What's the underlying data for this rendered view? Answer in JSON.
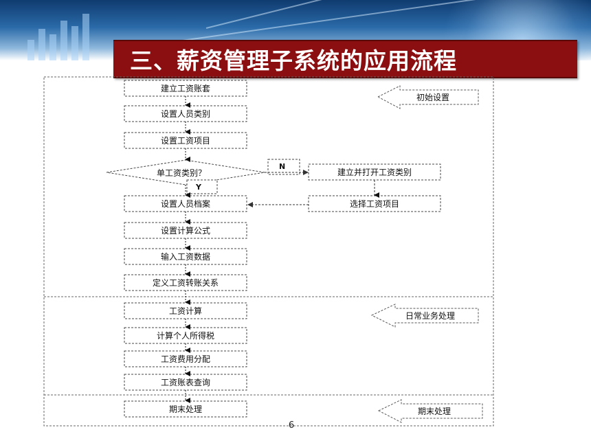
{
  "header": {
    "title": "三、薪资管理子系统的应用流程"
  },
  "flow": {
    "steps": [
      "建立工资账套",
      "设置人员类别",
      "设置工资项目",
      "设置人员档案",
      "设置计算公式",
      "输入工资数据",
      "定义工资转账关系",
      "工资计算",
      "计算个人所得税",
      "工资费用分配",
      "工资账表查询",
      "期末处理"
    ],
    "decision": "单工资类别？",
    "branch_no": "N",
    "branch_yes": "Y",
    "side_steps": [
      "建立并打开工资类别",
      "选择工资项目"
    ],
    "phases": [
      "初始设置",
      "日常业务处理",
      "期末处理"
    ]
  },
  "footer": {
    "page_number": "6"
  }
}
